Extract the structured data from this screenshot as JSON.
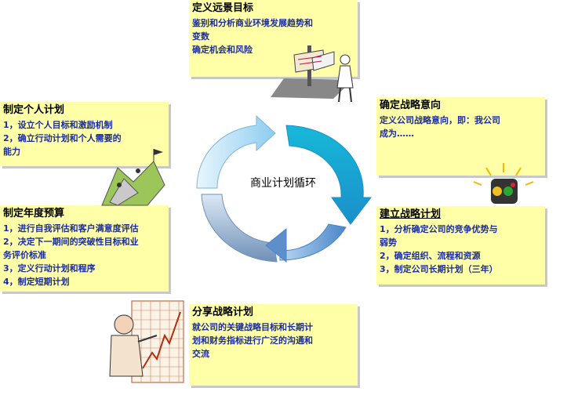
{
  "center_label": "商业计划循环",
  "boxes": {
    "vision": {
      "title": "定义远景目标",
      "lines": [
        "鉴别和分析商业环境发展趋势和",
        "变数",
        "确定机会和风险"
      ]
    },
    "intent": {
      "title": "确定战略意向",
      "lines": [
        "定义公司战略意向，即：我公司",
        "成为……"
      ]
    },
    "build": {
      "title": "建立战略计划",
      "lines": [
        "1，分析确定公司的竞争优势与",
        "弱势",
        "2，确定组织、流程和资源",
        "3，制定公司长期计划（三年）"
      ]
    },
    "share": {
      "title": "分享战略计划",
      "lines": [
        "就公司的关键战略目标和长期计",
        "划和财务指标进行广泛的沟通和",
        "交流"
      ]
    },
    "annual": {
      "title": "制定年度预算",
      "lines": [
        "1，进行自我评估和客户满意度评估",
        "2，决定下一期间的突破性目标和业",
        "务评价标准",
        "3，定义行动计划和程序",
        "4，制定短期计划"
      ]
    },
    "personal": {
      "title": "制定个人计划",
      "lines": [
        "1，设立个人目标和激励机制",
        "2，确立行动计划和个人需要的",
        "能力"
      ]
    }
  },
  "colors": {
    "box_fill": "#ffffa8",
    "title_text": "#000000",
    "body_text": "#1a2c9e",
    "arrow_light": "#a9d9f5",
    "arrow_cyan": "#1fa8d8",
    "arrow_blue": "#6fa0d6",
    "arrow_steel": "#8aa5c5"
  },
  "clipart": [
    "signpost-figure-icon",
    "traffic-light-icon",
    "presenter-chart-icon",
    "mountain-flag-icon"
  ]
}
